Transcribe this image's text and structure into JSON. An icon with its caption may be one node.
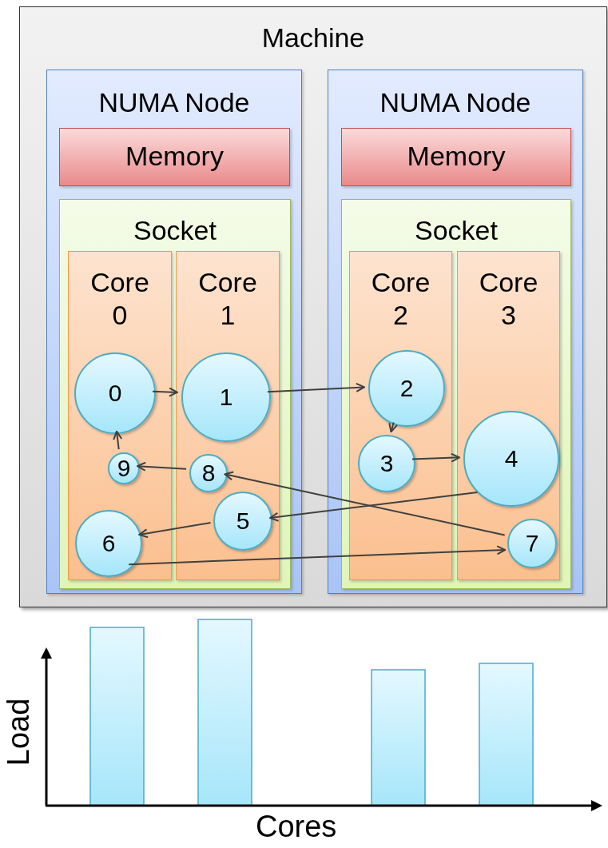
{
  "diagram": {
    "nodes": [
      {
        "text": [
          "Machine"
        ]
      },
      {
        "text": [
          "NUMA Node"
        ],
        "in": 0
      },
      {
        "text": [
          "Memory"
        ],
        "in": 1
      },
      {
        "text": [
          "Socket"
        ],
        "in": 1
      },
      {
        "text": [
          "Core 0"
        ],
        "in": 3
      },
      {
        "text": [
          "Core 1"
        ],
        "in": 3
      },
      {
        "text": [
          "NUMA Node"
        ],
        "in": 0
      },
      {
        "text": [
          "Memory"
        ],
        "in": 6
      },
      {
        "text": [
          "Socket"
        ],
        "in": 6
      },
      {
        "text": [
          "Core 2"
        ],
        "in": 8
      },
      {
        "text": [
          "Core 3"
        ],
        "in": 8
      },
      {
        "text": [
          "0"
        ],
        "in": 4
      },
      {
        "text": [
          "1"
        ],
        "in": 5
      },
      {
        "text": [
          "2"
        ],
        "in": 9
      },
      {
        "text": [
          "3"
        ],
        "in": 9
      },
      {
        "text": [
          "4"
        ],
        "in": 10
      },
      {
        "text": [
          "5"
        ],
        "in": 5
      },
      {
        "text": [
          "6"
        ],
        "in": 4
      },
      {
        "text": [
          "7"
        ],
        "in": 10
      },
      {
        "text": [
          "8"
        ],
        "in": 5
      },
      {
        "text": [
          "9"
        ],
        "in": 4
      }
    ],
    "edges": [
      {
        "from": 11,
        "to": 12,
        "arrow": "to"
      },
      {
        "from": 12,
        "to": 13,
        "arrow": "to"
      },
      {
        "from": 13,
        "to": 14,
        "arrow": "to"
      },
      {
        "from": 14,
        "to": 15,
        "arrow": "to"
      },
      {
        "from": 15,
        "to": 16,
        "arrow": "to"
      },
      {
        "from": 16,
        "to": 17,
        "arrow": "to"
      },
      {
        "from": 17,
        "to": 18,
        "arrow": "to"
      },
      {
        "from": 18,
        "to": 19,
        "arrow": "to"
      },
      {
        "from": 19,
        "to": 20,
        "arrow": "to"
      },
      {
        "from": 20,
        "to": 11,
        "arrow": "to"
      }
    ],
    "labels": [
      "Load",
      "Cores"
    ]
  }
}
